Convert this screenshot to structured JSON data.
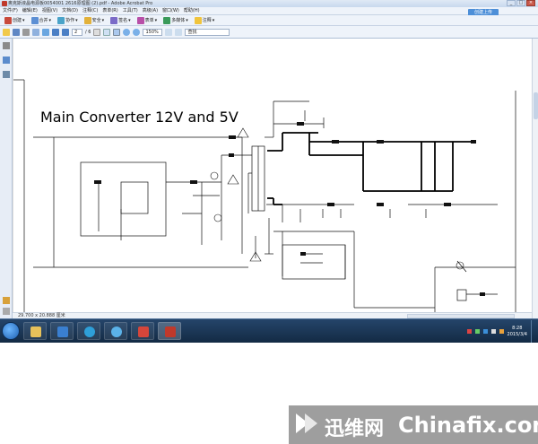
{
  "window": {
    "title": "奥克斯液晶电源板0054001 2616原理图 (2).pdf - Adobe Acrobat Pro",
    "controls": [
      "_",
      "□",
      "×"
    ]
  },
  "menu": [
    "文件(F)",
    "编辑(E)",
    "视图(V)",
    "文档(D)",
    "注释(C)",
    "表单(R)",
    "工具(T)",
    "高级(A)",
    "窗口(W)",
    "帮助(H)"
  ],
  "help_button": "创建上传",
  "toolbar1": [
    "创建",
    "合并",
    "协作",
    "安全",
    "签名",
    "表单",
    "多媒体",
    "注释"
  ],
  "toolbar2": {
    "page_current": "2",
    "page_total": "/ 6",
    "zoom": "150%",
    "find_placeholder": "查找"
  },
  "document": {
    "heading": "Main Converter 12V and 5V"
  },
  "status": {
    "page_size": "29.700 x 20.888 厘米"
  },
  "taskbar": {
    "time": "8:28",
    "date": "2015/3/4"
  },
  "watermark": {
    "brand_cn": "迅维网",
    "brand_en": "Chinafix.com"
  },
  "colors": {
    "taskbar": "#1c3a5e",
    "accent": "#4d8fd8",
    "watermark": "#9e9e9e"
  }
}
